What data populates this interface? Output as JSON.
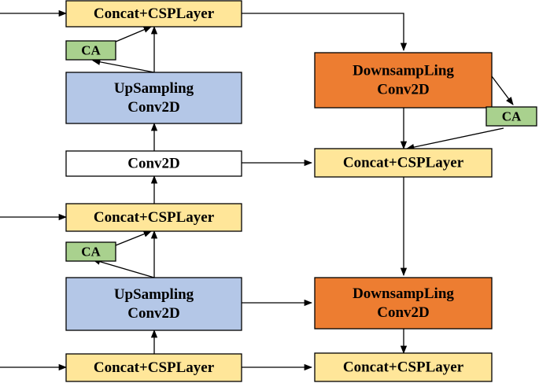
{
  "nodes": {
    "concat_top_left": "Concat+CSPLayer",
    "ca_top": "CA",
    "upsampling_top": [
      "UpSampling",
      "Conv2D"
    ],
    "conv2d_mid": "Conv2D",
    "concat_mid_left": "Concat+CSPLayer",
    "ca_mid": "CA",
    "upsampling_bottom": [
      "UpSampling",
      "Conv2D"
    ],
    "concat_bottom_left": "Concat+CSPLayer",
    "downsampling_top": [
      "DownsampLing",
      "Conv2D"
    ],
    "ca_right": "CA",
    "concat_mid_right": "Concat+CSPLayer",
    "downsampling_bottom": [
      "DownsampLing",
      "Conv2D"
    ],
    "concat_bottom_right": "Concat+CSPLayer"
  },
  "colors": {
    "concat": "#FFE699",
    "ca": "#A9D18E",
    "upsampling": "#B4C7E7",
    "downsampling": "#ED7D31",
    "conv2d": "#FFFFFF",
    "stroke": "#000000"
  }
}
